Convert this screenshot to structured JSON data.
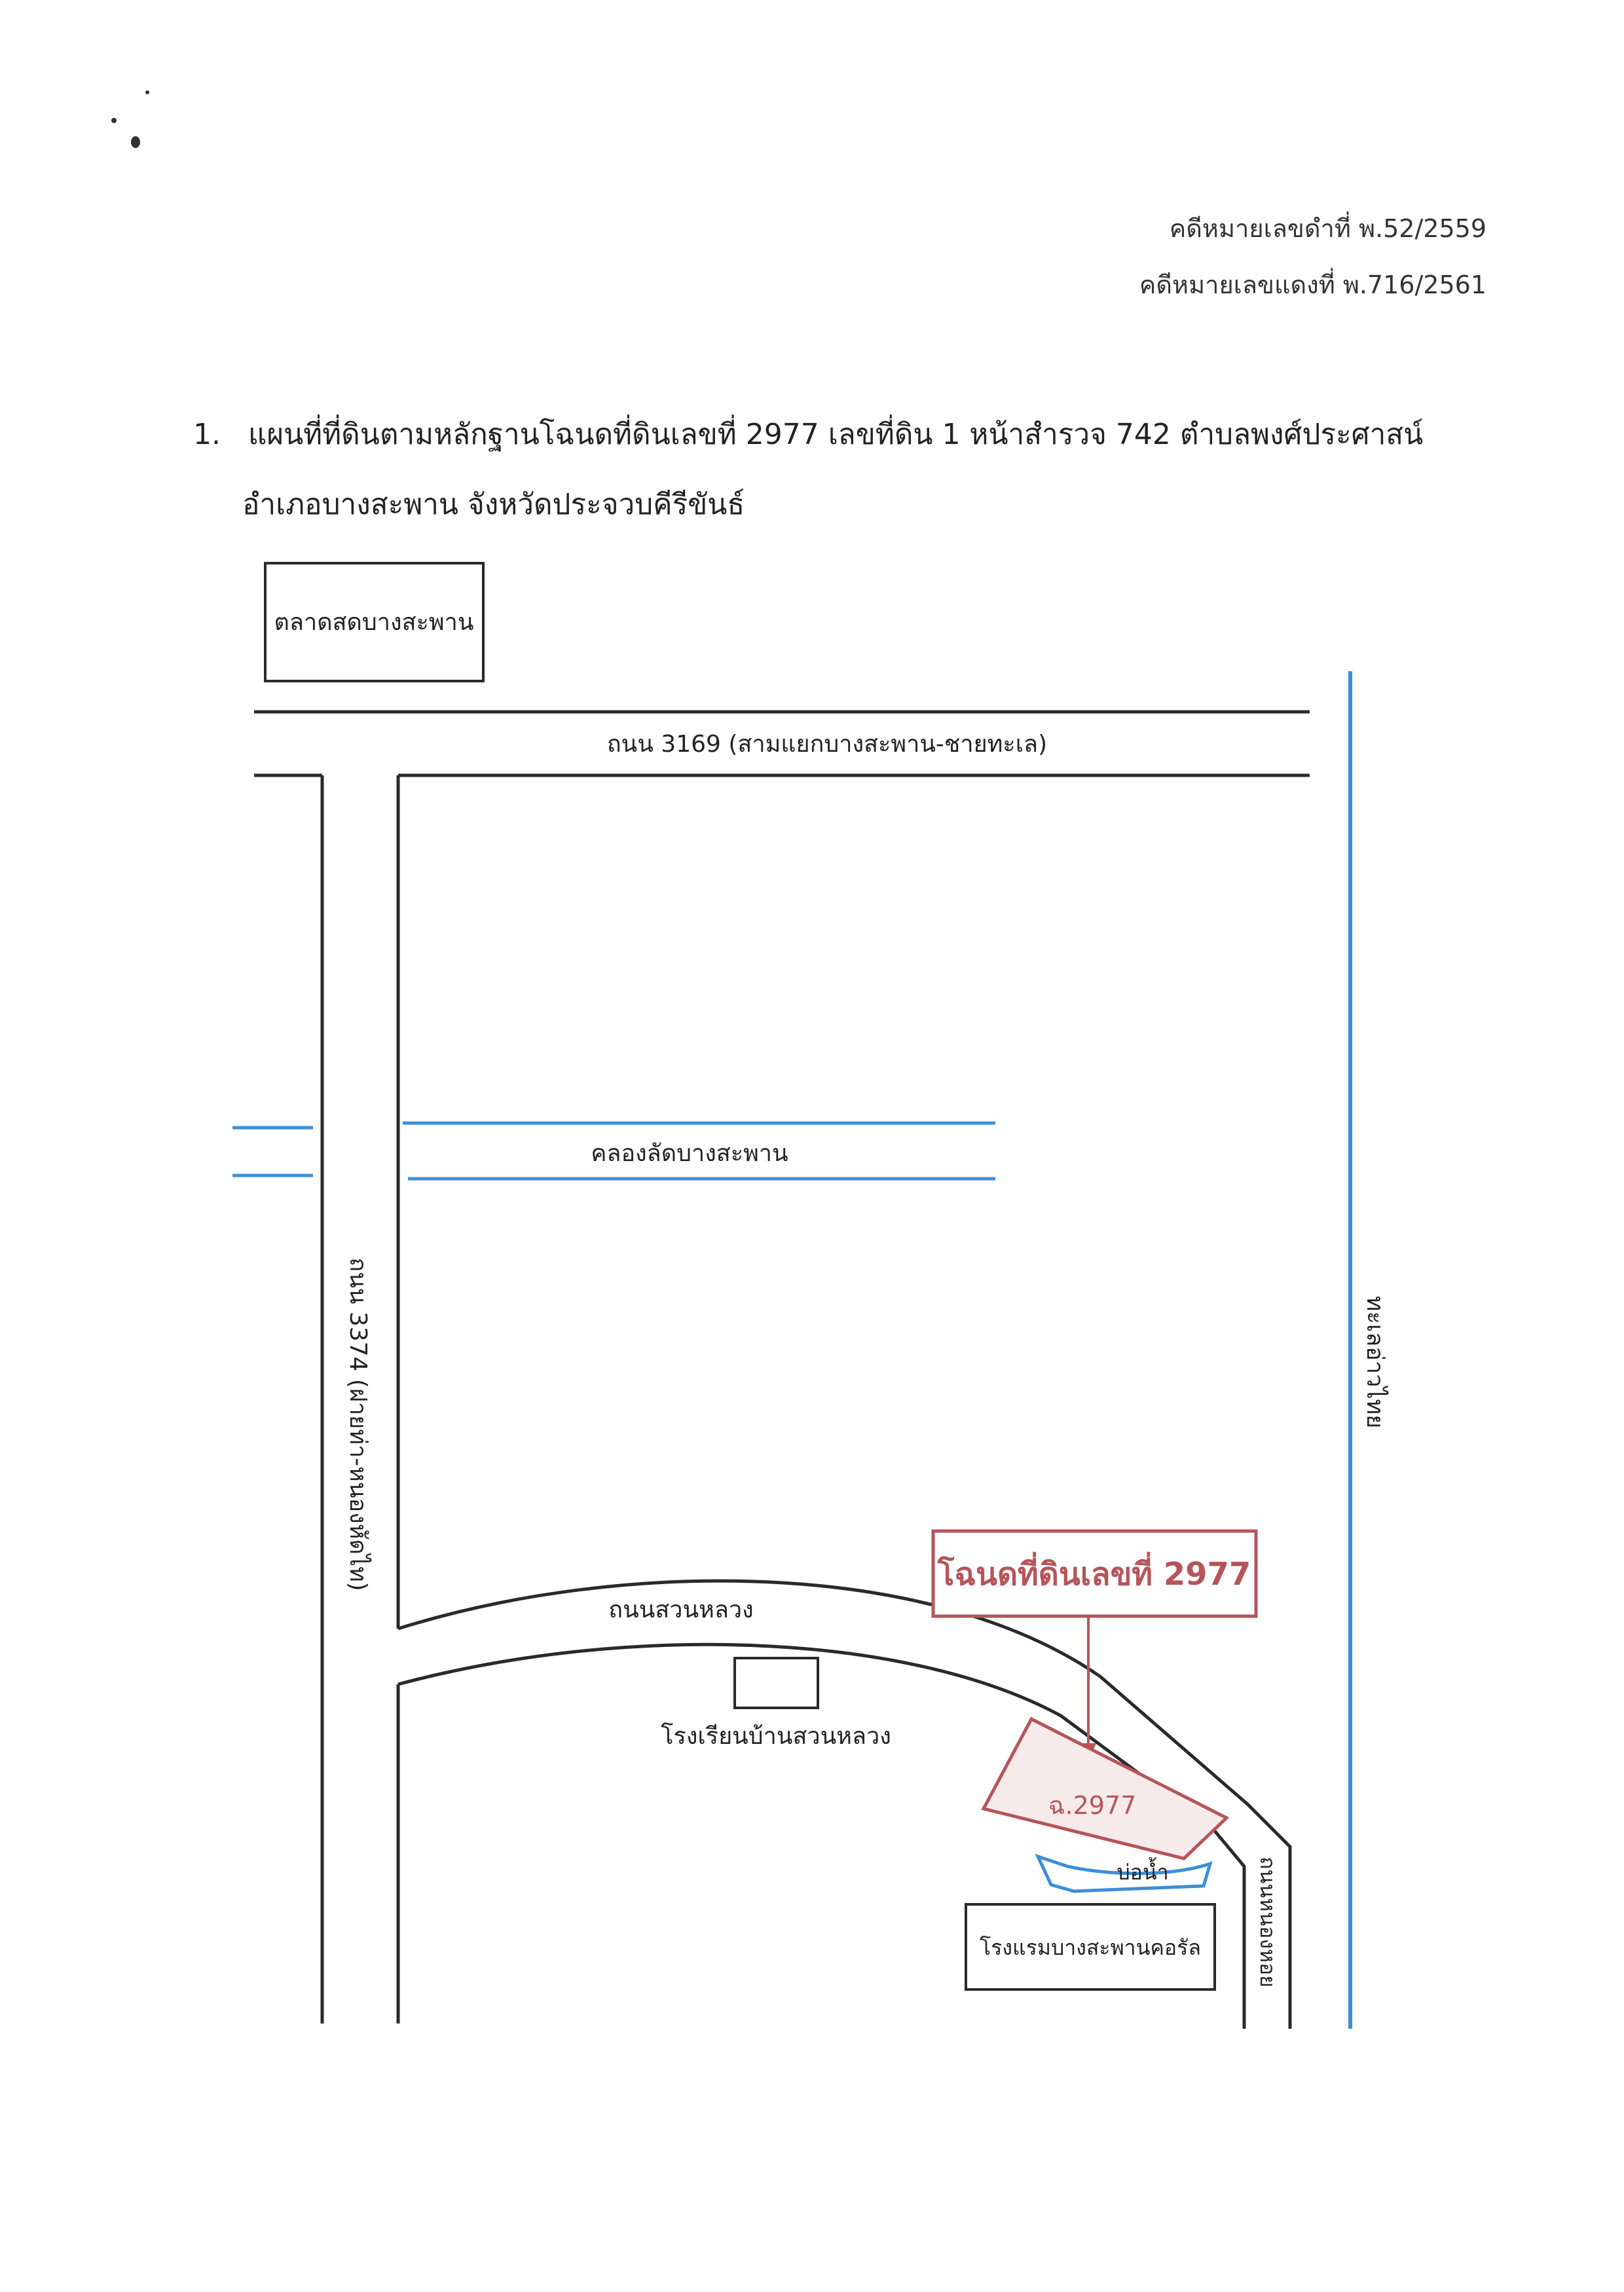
{
  "case_numbers": {
    "black_case": "คดีหมายเลขดำที่ พ.52/2559",
    "red_case": "คดีหมายเลขแดงที่ พ.716/2561"
  },
  "heading": {
    "number": "1.",
    "line1": "แผนที่ที่ดินตามหลักฐานโฉนดที่ดินเลขที่ 2977 เลขที่ดิน 1 หน้าสำรวจ 742 ตำบลพงศ์ประศาสน์",
    "line2": "อำเภอบางสะพาน จังหวัดประจวบคีรีขันธ์"
  },
  "map": {
    "market": "ตลาดสดบางสะพาน",
    "road_3169": "ถนน 3169 (สามแยกบางสะพาน-ชายทะเล)",
    "road_3374": "ถนน 3374 (ฝายท่า-หนองหัดไท)",
    "canal": "คลองลัดบางสะพาน",
    "gulf": "ทะเลอ่าวไทย",
    "deed_callout": "โฉนดที่ดินเลขที่ 2977",
    "road_suan_luang": "ถนนสวนหลวง",
    "school": "โรงเรียนบ้านสวนหลวง",
    "parcel_label": "ฉ.2977",
    "pond": "บ่อน้ำ",
    "hotel": "โรงแรมบางสะพานคอรัล",
    "road_nong_hoi": "ถนนหนองหอย"
  },
  "colors": {
    "road_line": "#2a2a2a",
    "water": "#3d8fd6",
    "parcel": "#b5555a",
    "parcel_fill": "#f7eaea"
  }
}
